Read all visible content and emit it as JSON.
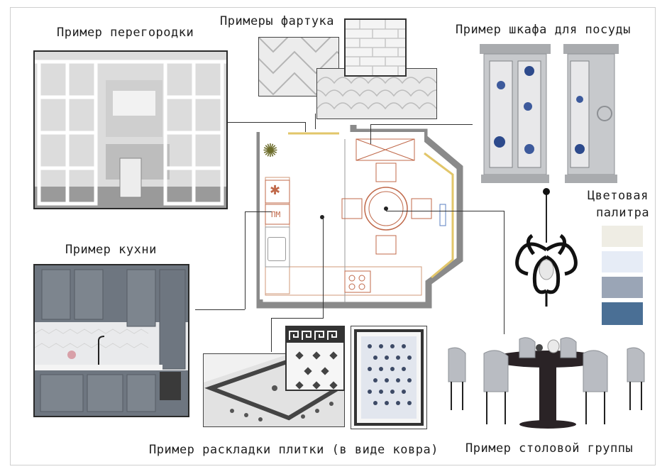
{
  "labels": {
    "partition": "Пример перегородки",
    "backsplash": "Примеры фартука",
    "cabinet": "Пример шкафа для посуды",
    "kitchen": "Пример кухни",
    "palette_line1": "Цветовая",
    "palette_line2": "палитра",
    "tile_layout": "Пример раскладки плитки (в виде ковра)",
    "dining": "Пример столовой группы"
  },
  "floorplan": {
    "appliance_label": "ПМ"
  },
  "palette": {
    "swatches": [
      "#efede4",
      "#e6ecf6",
      "#9aa5b6",
      "#4a6f95"
    ]
  },
  "icons": [
    "plant-icon",
    "cooktop-icon",
    "sink-icon",
    "chandelier-icon"
  ]
}
